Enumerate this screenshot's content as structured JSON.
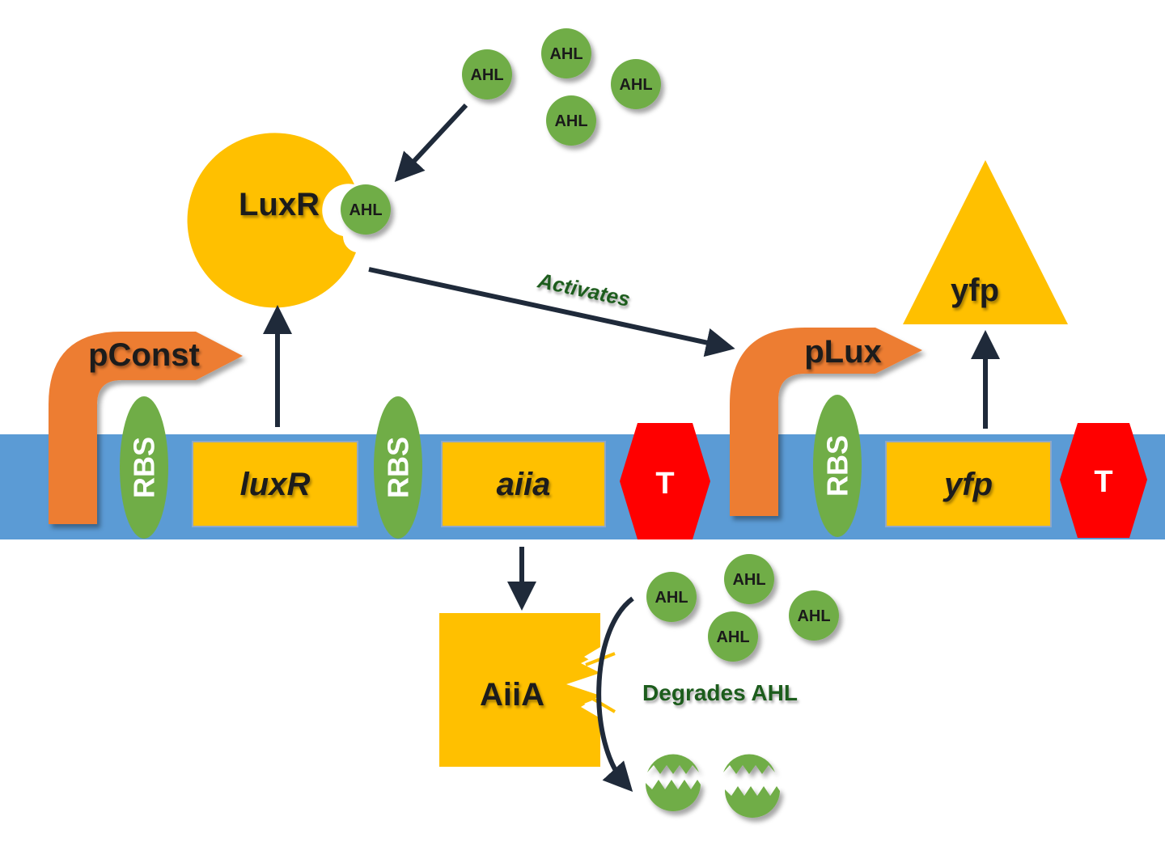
{
  "labels": {
    "ahl": "AHL",
    "luxr_protein": "LuxR",
    "activates": "Activates",
    "yfp_protein": "yfp",
    "pconst": "pConst",
    "plux": "pLux",
    "rbs": "RBS",
    "luxr_gene": "luxR",
    "aiia_gene": "aiia",
    "yfp_gene": "yfp",
    "terminator": "T",
    "aiia_protein": "AiiA",
    "degrades": "Degrades AHL"
  },
  "colors": {
    "dna_backbone": "#5b9bd5",
    "gene_box": "#ffc000",
    "promoter": "#ed7d31",
    "rbs": "#70ad47",
    "terminator": "#ff0000",
    "ahl": "#70ad47",
    "arrow": "#1f2a3a",
    "annotation_text": "#1e5c1e"
  }
}
